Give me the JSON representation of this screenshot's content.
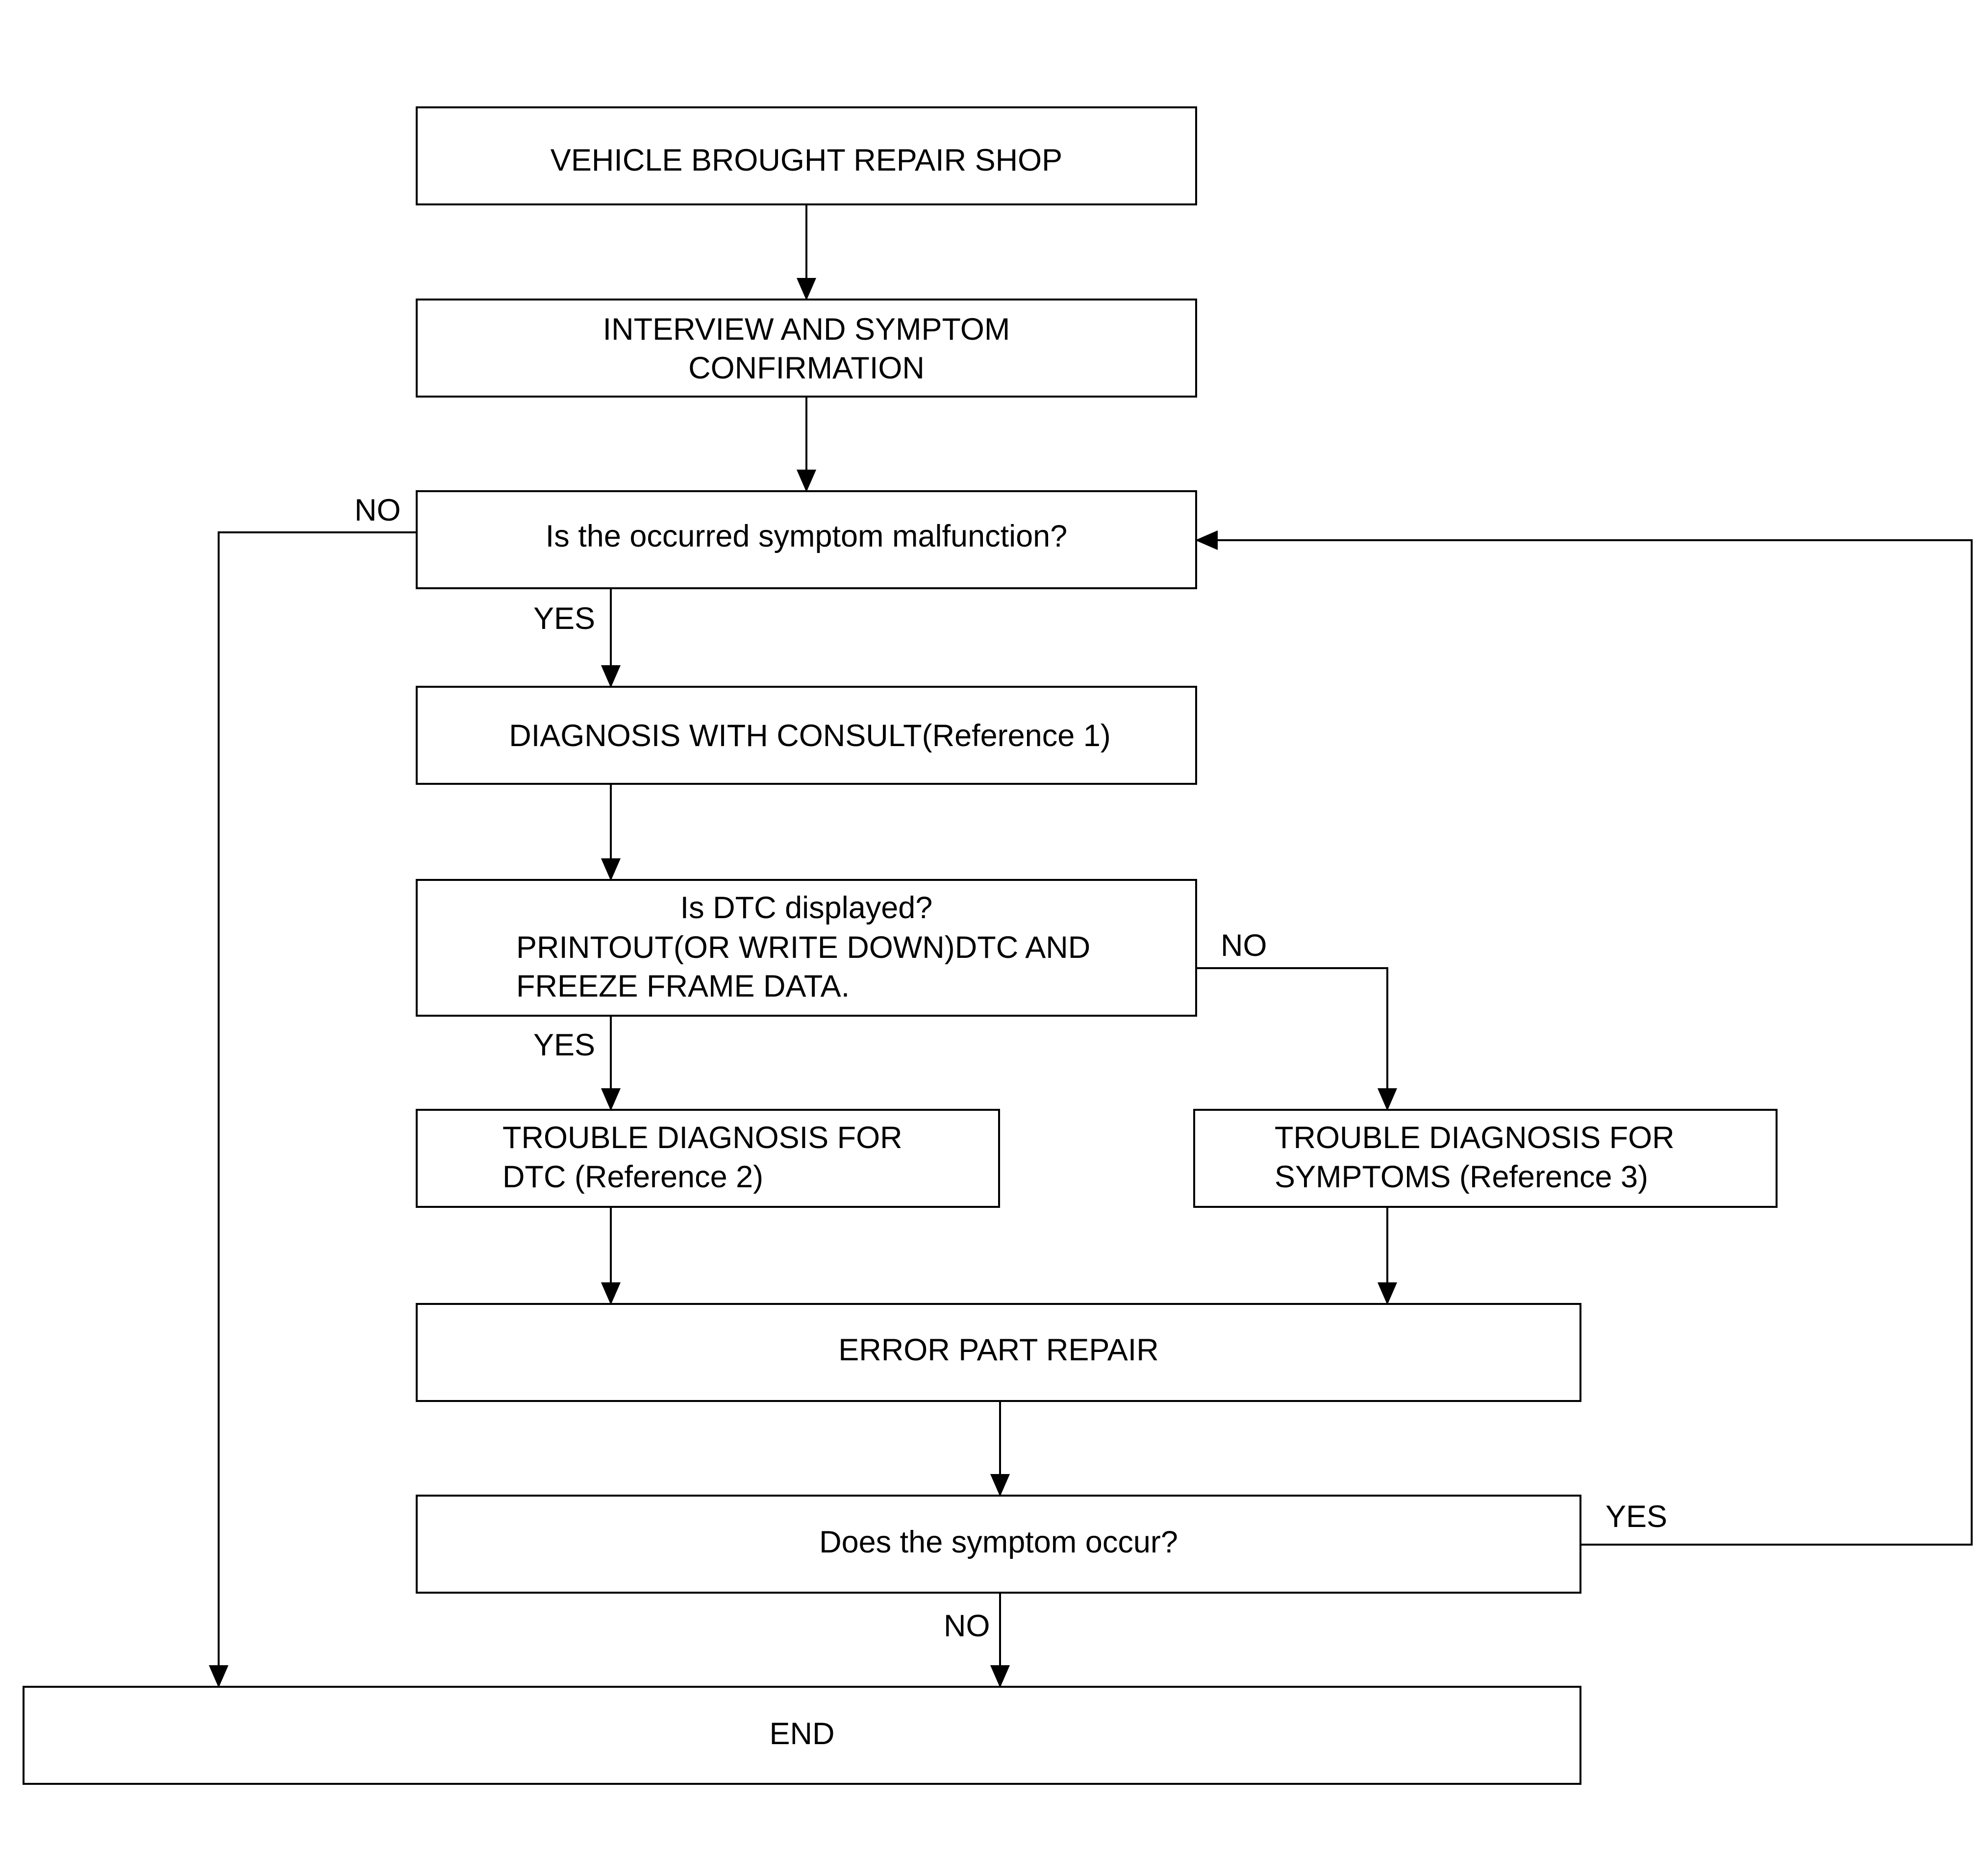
{
  "boxes": {
    "vehicle": "VEHICLE BROUGHT REPAIR SHOP",
    "interview_1": "INTERVIEW AND SYMPTOM",
    "interview_2": "CONFIRMATION",
    "malfunction_q": "Is the occurred symptom malfunction?",
    "consult": "DIAGNOSIS WITH CONSULT(Reference 1)",
    "dtc_q_1": "Is DTC displayed?",
    "dtc_q_2": "PRINTOUT(OR WRITE DOWN)DTC AND",
    "dtc_q_3": "FREEZE FRAME DATA.",
    "dtc_diag_1": "TROUBLE DIAGNOSIS FOR",
    "dtc_diag_2": "DTC (Reference 2)",
    "symptom_diag_1": "TROUBLE DIAGNOSIS FOR",
    "symptom_diag_2": "SYMPTOMS (Reference 3)",
    "repair": "ERROR PART REPAIR",
    "occur_q": "Does the symptom occur?",
    "end": "END"
  },
  "edges": {
    "malfunction_no": "NO",
    "malfunction_yes": "YES",
    "dtc_no": "NO",
    "dtc_yes": "YES",
    "occur_yes": "YES",
    "occur_no": "NO"
  }
}
